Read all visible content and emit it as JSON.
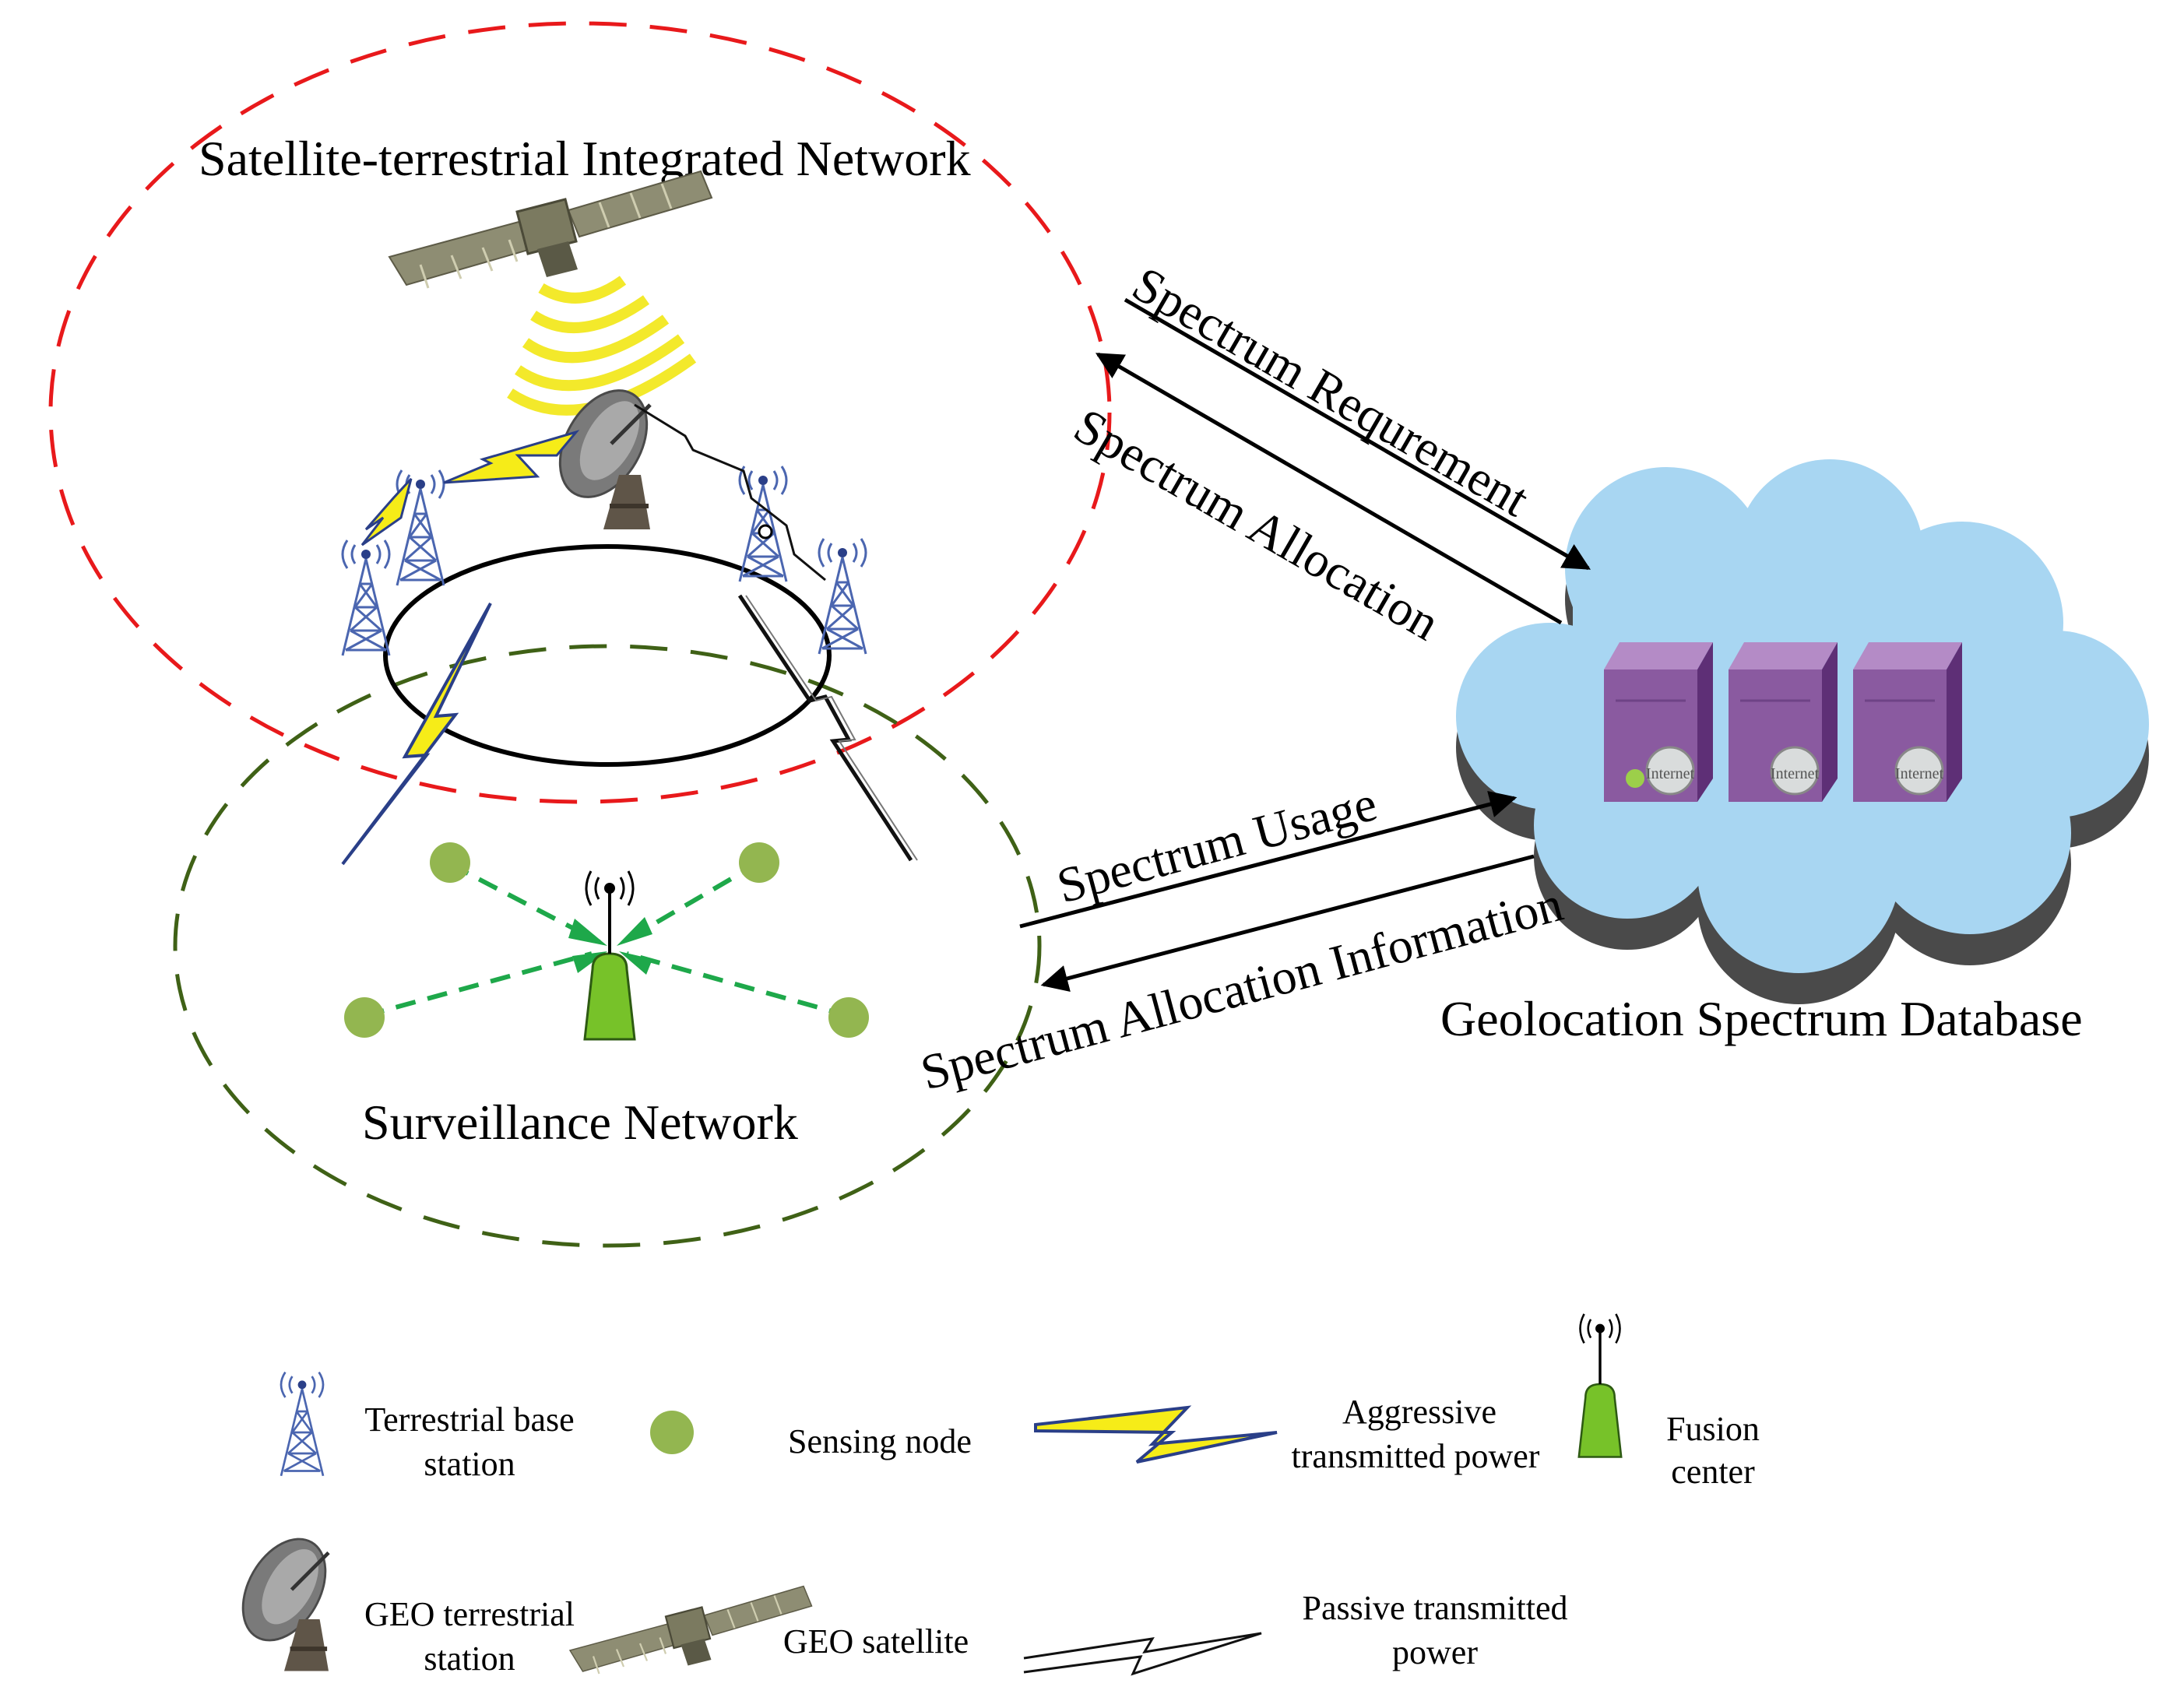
{
  "diagram": {
    "regions": {
      "satellite_network": "Satellite-terrestrial Integrated Network",
      "surveillance_network": "Surveillance Network",
      "database": "Geolocation Spectrum Database"
    },
    "arrows": {
      "requirement": "Spectrum Requrement",
      "allocation": "Spectrum Allocation",
      "usage": "Spectrum Usage",
      "allocation_info": "Spectrum Allocation Information"
    },
    "server_labels": [
      "Internet",
      "Internet",
      "Internet"
    ],
    "colors": {
      "satellite_boundary": "#e8191b",
      "surveillance_boundary": "#3f6116",
      "cloud": "#a8d6f2",
      "server": "#8a5aa0",
      "sensing_node": "#93b650",
      "fusion_center": "#77c229",
      "sensing_link": "#1ea84a",
      "aggressive_power": "#f6ec18",
      "passive_power": "#1a1a1a"
    },
    "icons": [
      "terrestrial-base-station-icon",
      "geo-terrestrial-station-icon",
      "geo-satellite-icon",
      "sensing-node-icon",
      "fusion-center-icon",
      "aggressive-power-icon",
      "passive-power-icon",
      "server-icon",
      "cloud-icon"
    ]
  },
  "legend": {
    "base_station": [
      "Terrestrial base",
      "station"
    ],
    "sensing_node": "Sensing node",
    "aggressive": [
      "Aggressive",
      "transmitted power"
    ],
    "fusion": [
      "Fusion",
      "center"
    ],
    "geo_station": [
      "GEO terrestrial",
      "station"
    ],
    "geo_satellite": "GEO satellite",
    "passive": [
      "Passive transmitted",
      "power"
    ]
  }
}
